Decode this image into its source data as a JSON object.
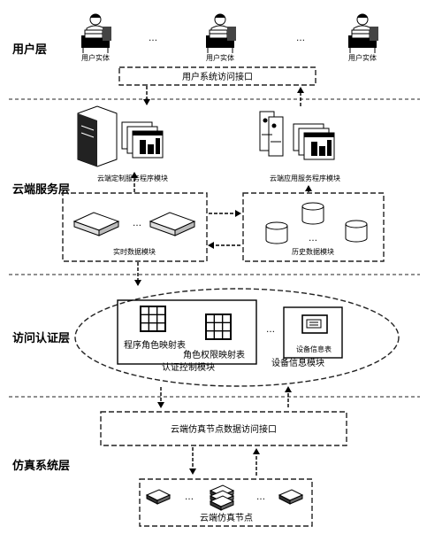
{
  "layers": {
    "user": "用户层",
    "cloud_service": "云端服务层",
    "auth": "访问认证层",
    "simulation": "仿真系统层"
  },
  "user_layer": {
    "entity_label": "用户实体",
    "ellipsis": "…",
    "interface": "用户系统访问接口"
  },
  "cloud_layer": {
    "custom_service_module": "云端定制服务程序模块",
    "app_service_module": "云端应用服务程序模块",
    "realtime_module": "实时数据模块",
    "history_module": "历史数据模块",
    "ellipsis": "…"
  },
  "auth_layer": {
    "program_role_table": "程序角色映射表",
    "role_permission_table": "角色权限映射表",
    "auth_control_module": "认证控制模块",
    "device_info_table": "设备信息表",
    "device_info_module": "设备信息模块",
    "ellipsis": "…"
  },
  "sim_layer": {
    "data_interface": "云端仿真节点数据访问接口",
    "nodes": "云端仿真节点",
    "ellipsis": "…"
  }
}
